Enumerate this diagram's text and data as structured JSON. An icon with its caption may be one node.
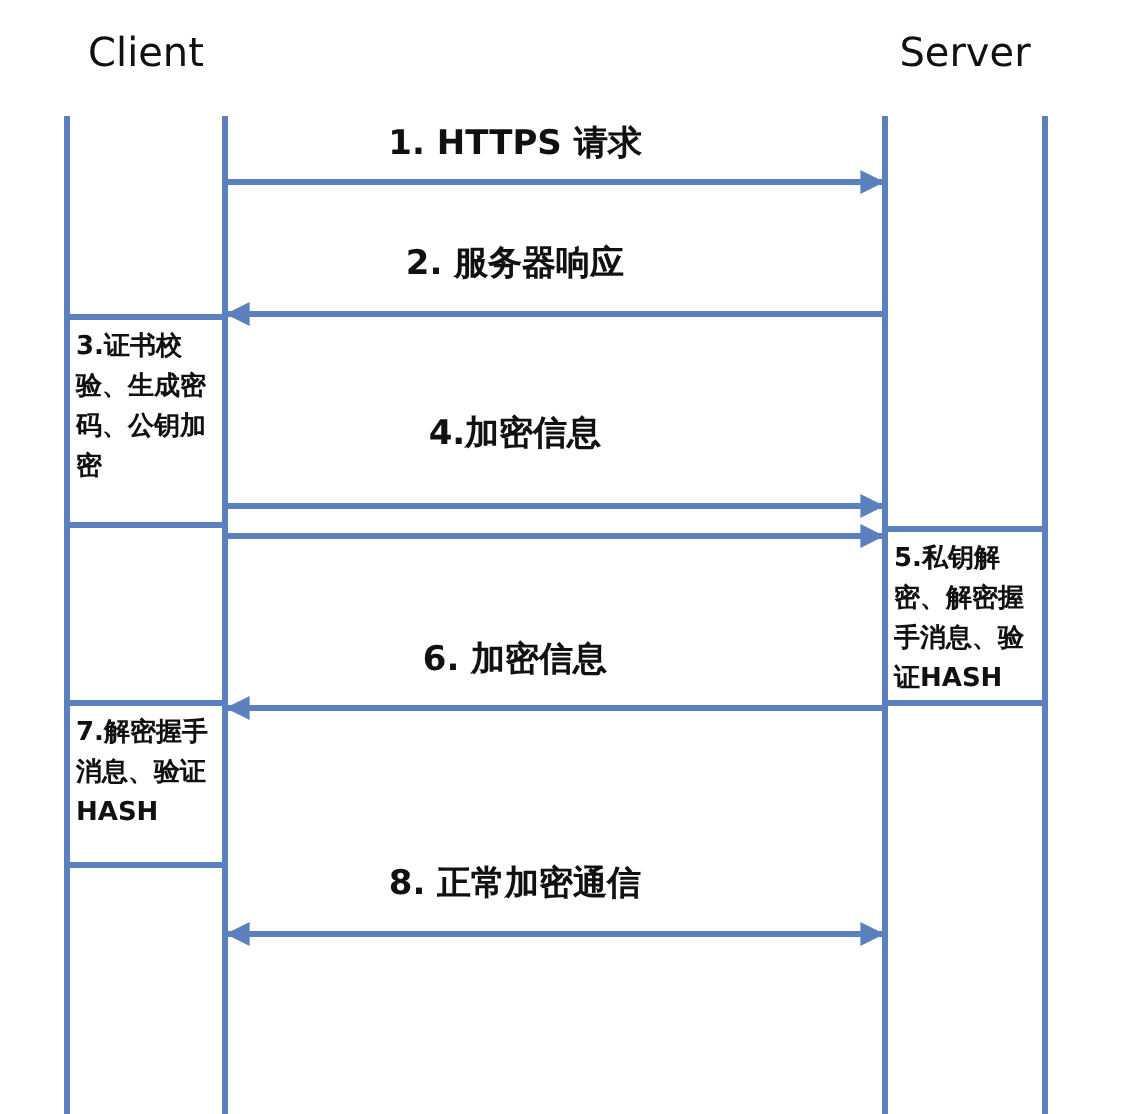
{
  "diagram": {
    "nodes": [
      {
        "text": [
          "Client"
        ]
      },
      {
        "text": [
          "Server"
        ]
      },
      {
        "text": [
          "3.证书校验、生成密码、公钥加密"
        ],
        "in": 0
      },
      {
        "text": [
          "5.私钥解密、解密握手消息、验证HASH"
        ],
        "in": 1
      },
      {
        "text": [
          "7.解密握手消息、验证HASH"
        ],
        "in": 0
      }
    ],
    "edges": [
      {
        "from": 0,
        "to": 1,
        "arrow": "to",
        "label": "1. HTTPS 请求"
      },
      {
        "from": 1,
        "to": 0,
        "arrow": "to",
        "label": "2. 服务器响应"
      },
      {
        "from": 0,
        "to": 1,
        "arrow": "to",
        "label": "4.加密信息"
      },
      {
        "from": 0,
        "to": 1,
        "arrow": "to"
      },
      {
        "from": 1,
        "to": 0,
        "arrow": "to",
        "label": "6. 加密信息"
      },
      {
        "from": 0,
        "to": 1,
        "arrow": "both",
        "label": "8. 正常加密通信"
      }
    ]
  }
}
